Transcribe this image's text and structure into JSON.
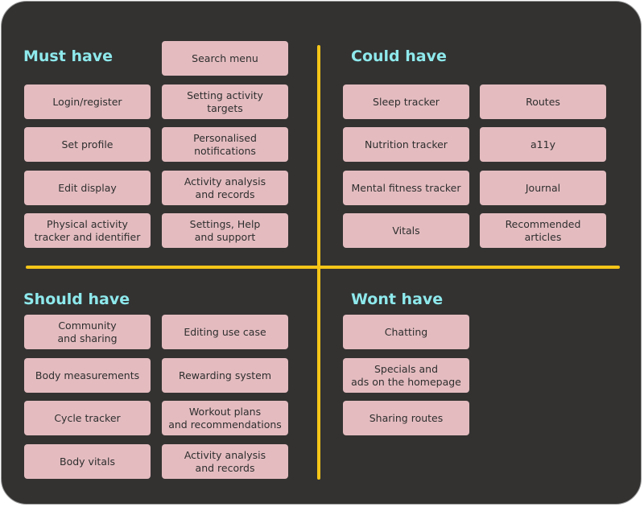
{
  "quadrants": {
    "must": {
      "title": "Must have",
      "items": [
        "Search menu",
        "Login/register",
        "Setting activity\ntargets",
        "Set profile",
        "Personalised\nnotifications",
        "Edit display",
        "Activity analysis\nand records",
        "Physical activity\ntracker and identifier",
        "Settings, Help\nand support"
      ]
    },
    "could": {
      "title": "Could have",
      "items": [
        "Sleep tracker",
        "Routes",
        "Nutrition tracker",
        "a11y",
        "Mental fitness tracker",
        "Journal",
        "Vitals",
        "Recommended\narticles"
      ]
    },
    "should": {
      "title": "Should have",
      "items": [
        "Community\nand sharing",
        "Editing use case",
        "Body measurements",
        "Rewarding system",
        "Cycle tracker",
        "Workout plans\nand recommendations",
        "Body vitals",
        "Activity analysis\nand records"
      ]
    },
    "wont": {
      "title": "Wont have",
      "items": [
        "Chatting",
        "Specials and\nads on the homepage",
        "Sharing routes"
      ]
    }
  },
  "colors": {
    "background": "#333231",
    "heading": "#8ee9ec",
    "sticky_note": "#e4bcc0",
    "divider": "#f5c518"
  }
}
